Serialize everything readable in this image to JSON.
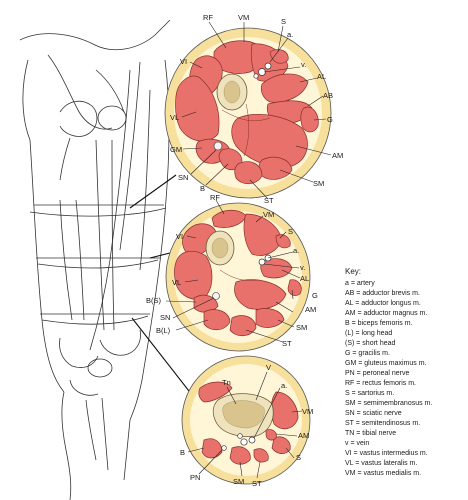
{
  "sections": {
    "upper": {
      "labels": {
        "rf": "RF",
        "vm": "VM",
        "s": "S",
        "a": "a.",
        "v": "v.",
        "al": "AL",
        "ab": "AB",
        "vi": "VI",
        "vl": "VL",
        "g": "G",
        "gm": "GM",
        "am": "AM",
        "sn": "SN",
        "b": "B",
        "sm": "SM",
        "st": "ST"
      }
    },
    "middle": {
      "labels": {
        "rf": "RF",
        "vm": "VM",
        "vi": "VI",
        "s": "S",
        "a": "a.",
        "v": "v.",
        "al": "AL",
        "vl": "VL",
        "g": "G",
        "bs": "B(S)",
        "am": "AM",
        "sn": "SN",
        "sm": "SM",
        "bl": "B(L)",
        "st": "ST"
      }
    },
    "lower": {
      "labels": {
        "tn": "Tn",
        "v": "V",
        "a": "a.",
        "vm": "VM",
        "am": "AM",
        "b": "B",
        "s": "S",
        "pn": "PN",
        "sm": "SM",
        "st": "ST"
      }
    }
  },
  "key": {
    "title": "Key:",
    "items": [
      "a = artery",
      "AB = adductor brevis m.",
      "AL = adductor longus m.",
      "AM = adductor magnus m.",
      "B = biceps femoris m.",
      "(L) = long head",
      "(S) = short head",
      "G = gracilis m.",
      "GM = gluteus maximus m.",
      "PN = peroneal nerve",
      "RF = rectus femoris m.",
      "S = sartorius m.",
      "SM = semimembranosus m.",
      "SN = sciatic nerve",
      "ST = semitendinosus m.",
      "TN = tibial nerve",
      "v = vein",
      "VI = vastus intermedius m.",
      "VL = vastus lateralis m.",
      "VM = vastus medialis m."
    ]
  },
  "colors": {
    "muscle": "#e8716b",
    "skin": "#f7df9c",
    "bone": "#efe3bd"
  }
}
